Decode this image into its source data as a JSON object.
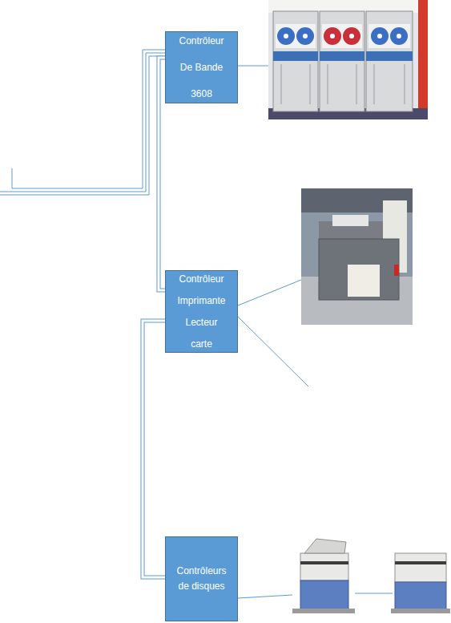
{
  "diagram": {
    "nodes": [
      {
        "text": [
          "Contrôleur De Bande 3608"
        ]
      },
      {
        "text": [
          "Contrôleur Imprimante Lecteur carte"
        ]
      },
      {
        "text": [
          "Contrôleurs de disques"
        ]
      }
    ],
    "edges": [
      {
        "from": 0,
        "to": 1,
        "arrow": "none"
      },
      {
        "from": 1,
        "to": 2,
        "arrow": "none"
      }
    ]
  }
}
